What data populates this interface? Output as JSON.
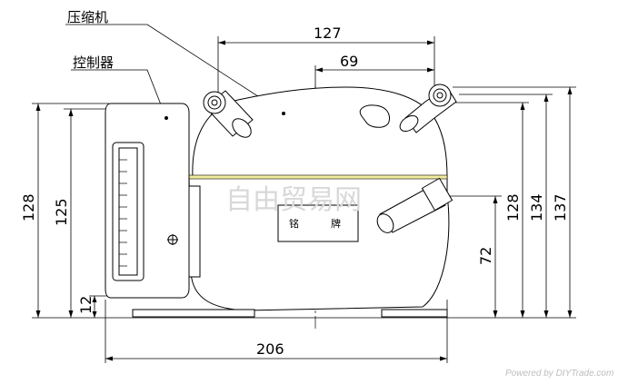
{
  "labels": {
    "compressor": "压缩机",
    "controller": "控制器",
    "nameplate_left": "铭",
    "nameplate_right": "牌"
  },
  "dimensions": {
    "width_top": "127",
    "offset_top": "69",
    "height_left_outer": "128",
    "height_left_inner": "125",
    "foot_height": "12",
    "width_bottom": "206",
    "height_tube": "72",
    "height_right_1": "128",
    "height_right_2": "134",
    "height_right_3": "137"
  },
  "watermark": "自由贸易网",
  "credit": "Powered by DIYTrade.com"
}
